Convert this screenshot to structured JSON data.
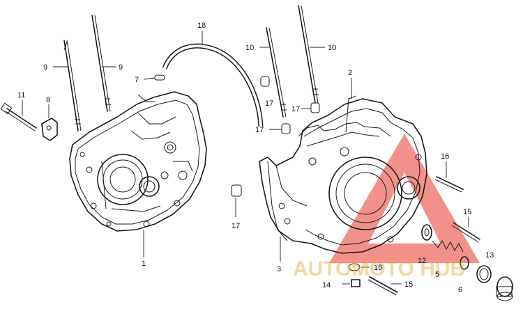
{
  "diagram": {
    "callouts": {
      "c1": "1",
      "c2": "2",
      "c3": "3",
      "c5": "5",
      "c6": "6",
      "c7": "7",
      "c8": "8",
      "c9a": "9",
      "c9b": "9",
      "c10a": "10",
      "c10b": "10",
      "c11": "11",
      "c12": "12",
      "c13": "13",
      "c14": "14",
      "c15a": "15",
      "c15b": "15",
      "c16a": "16",
      "c16b": "16",
      "c17a": "17",
      "c17b": "17",
      "c17c": "17",
      "c17d": "17",
      "c18": "18"
    },
    "watermark": {
      "text": "AUTOMOTO HUB",
      "colors": {
        "triangle": "#e8362b",
        "text": "#e8a33a"
      }
    }
  }
}
